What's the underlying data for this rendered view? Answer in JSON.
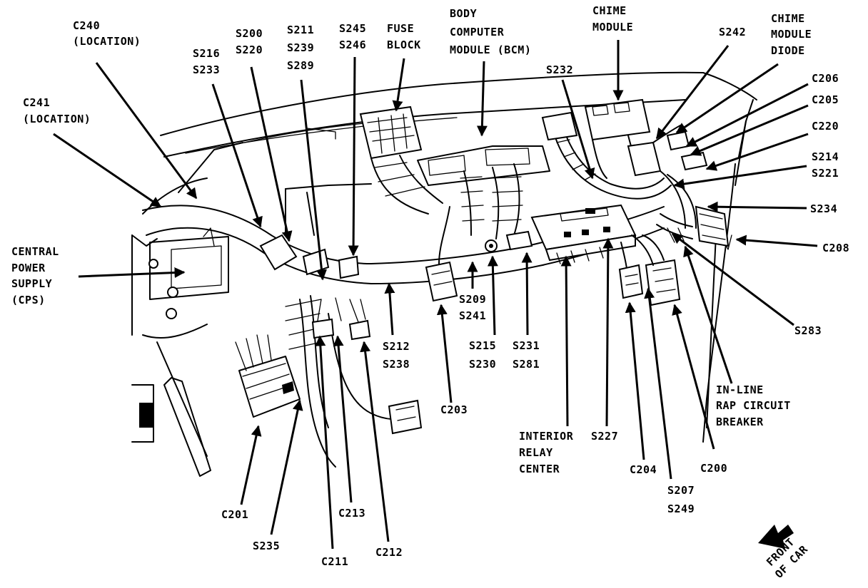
{
  "labels": {
    "c240": [
      "C240",
      "(LOCATION)"
    ],
    "c241": [
      "C241",
      "(LOCATION)"
    ],
    "s216": [
      "S216",
      "S233"
    ],
    "s200": [
      "S200",
      "S220"
    ],
    "s211": [
      "S211",
      "S239",
      "S289"
    ],
    "s245": [
      "S245",
      "S246"
    ],
    "fuse": [
      "FUSE",
      "BLOCK"
    ],
    "bcm": [
      "BODY",
      "COMPUTER",
      "MODULE (BCM)"
    ],
    "chime": [
      "CHIME",
      "MODULE"
    ],
    "s232": [
      "S232"
    ],
    "s242": [
      "S242"
    ],
    "diode": [
      "CHIME",
      "MODULE",
      "DIODE"
    ],
    "c206": [
      "C206"
    ],
    "c205": [
      "C205"
    ],
    "c220": [
      "C220"
    ],
    "s214": [
      "S214",
      "S221"
    ],
    "s234": [
      "S234"
    ],
    "c208": [
      "C208"
    ],
    "s283": [
      "S283"
    ],
    "cps": [
      "CENTRAL",
      "POWER",
      "SUPPLY",
      "(CPS)"
    ],
    "s209": [
      "S209",
      "S241"
    ],
    "s215": [
      "S215",
      "S230"
    ],
    "s231": [
      "S231",
      "S281"
    ],
    "s212": [
      "S212",
      "S238"
    ],
    "c203": [
      "C203"
    ],
    "irc": [
      "INTERIOR",
      "RELAY",
      "CENTER"
    ],
    "s227": [
      "S227"
    ],
    "c204": [
      "C204"
    ],
    "c200": [
      "C200"
    ],
    "rap": [
      "IN-LINE",
      "RAP CIRCUIT",
      "BREAKER"
    ],
    "s207": [
      "S207",
      "S249"
    ],
    "c201": [
      "C201"
    ],
    "s235": [
      "S235"
    ],
    "c211": [
      "C211"
    ],
    "c213": [
      "C213"
    ],
    "c212": [
      "C212"
    ],
    "front": [
      "FRONT",
      "OF CAR"
    ]
  }
}
